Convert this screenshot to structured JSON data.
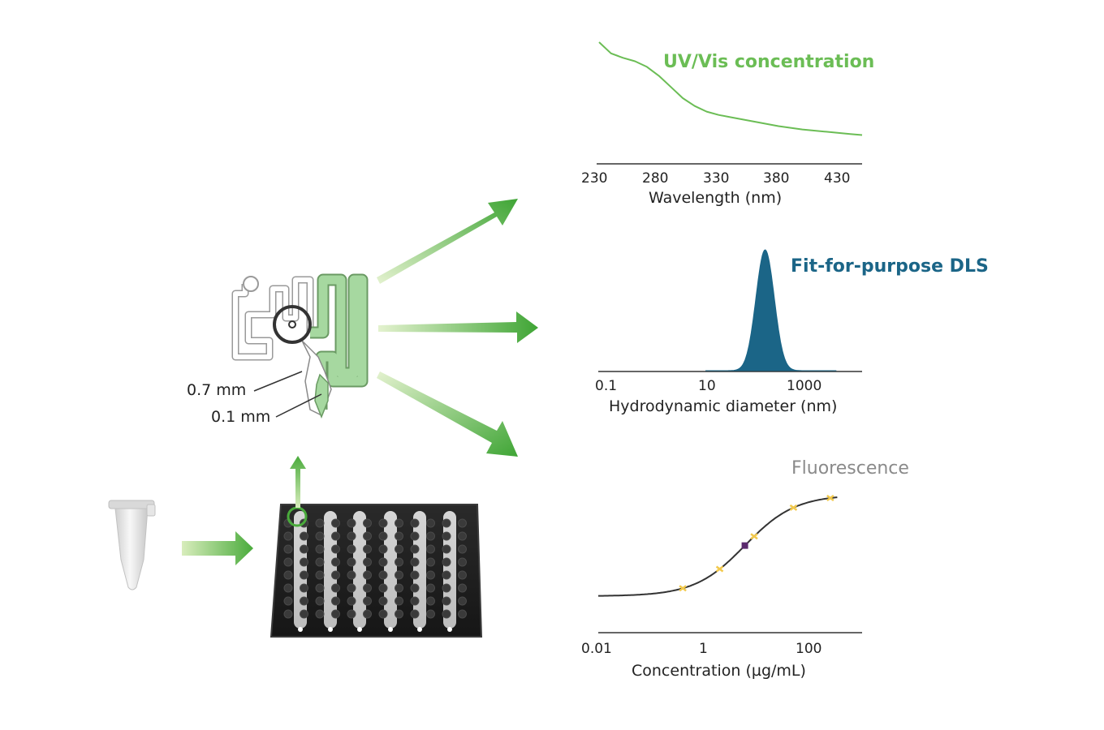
{
  "colors": {
    "uvvis": "#6bbd55",
    "dls": "#1b6587",
    "fluorescence": "#8a8a8a",
    "arrow_green": "#4aab3c",
    "arrow_light": "#d6ecb8",
    "chip_fill": "#9fd39a",
    "plate": "#222222",
    "marker_yellow": "#f2c94c",
    "marker_purple": "#5b2a6e"
  },
  "chip": {
    "dim_large": "0.7 mm",
    "dim_small": "0.1 mm"
  },
  "charts": {
    "uvvis": {
      "title": "UV/Vis concentration",
      "xlabel": "Wavelength (nm)",
      "ticks": [
        "230",
        "280",
        "330",
        "380",
        "430"
      ]
    },
    "dls": {
      "title": "Fit-for-purpose DLS",
      "xlabel": "Hydrodynamic diameter (nm)",
      "ticks": [
        "0.1",
        "10",
        "1000"
      ]
    },
    "fluorescence": {
      "title": "Fluorescence",
      "xlabel": "Concentration (µg/mL)",
      "ticks": [
        "0.01",
        "1",
        "100"
      ]
    }
  },
  "chart_data": [
    {
      "type": "line",
      "title": "UV/Vis concentration",
      "xlabel": "Wavelength (nm)",
      "ylabel": "",
      "x_ticks": [
        230,
        280,
        330,
        380,
        430
      ],
      "xlim": [
        230,
        450
      ],
      "series": [
        {
          "x": [
            230,
            240,
            250,
            260,
            270,
            280,
            290,
            300,
            310,
            320,
            330,
            340,
            360,
            380,
            400,
            420,
            440,
            450
          ],
          "y": [
            1.0,
            0.9,
            0.86,
            0.83,
            0.78,
            0.7,
            0.6,
            0.5,
            0.43,
            0.38,
            0.35,
            0.33,
            0.29,
            0.25,
            0.22,
            0.2,
            0.18,
            0.17
          ]
        }
      ]
    },
    {
      "type": "area",
      "title": "Fit-for-purpose DLS",
      "xlabel": "Hydrodynamic diameter (nm)",
      "x_scale": "log",
      "x_ticks": [
        0.1,
        10,
        1000
      ],
      "xlim": [
        0.1,
        10000
      ],
      "peak": {
        "center": 150,
        "height": 1.0
      }
    },
    {
      "type": "line",
      "title": "Fluorescence",
      "xlabel": "Concentration (µg/mL)",
      "x_scale": "log",
      "x_ticks": [
        0.01,
        1,
        100
      ],
      "xlim": [
        0.01,
        1000
      ],
      "curve": "sigmoid",
      "points": [
        {
          "x": 0.4,
          "y": 0.08
        },
        {
          "x": 2,
          "y": 0.28
        },
        {
          "x": 6,
          "y": 0.52
        },
        {
          "x": 9,
          "y": 0.58
        },
        {
          "x": 50,
          "y": 0.85
        },
        {
          "x": 250,
          "y": 0.96
        }
      ],
      "highlight_point": {
        "x": 6,
        "y": 0.52
      }
    }
  ]
}
